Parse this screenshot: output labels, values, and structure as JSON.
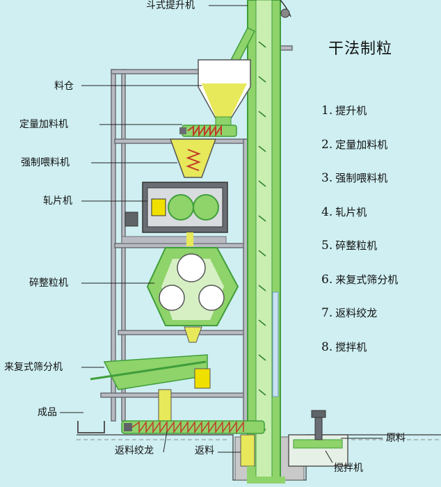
{
  "title": "干法制粒",
  "legend": [
    {
      "num": "1.",
      "text": "提升机"
    },
    {
      "num": "2.",
      "text": "定量加料机"
    },
    {
      "num": "3.",
      "text": "强制喂料机"
    },
    {
      "num": "4.",
      "text": "轧片机"
    },
    {
      "num": "5.",
      "text": "碎整粒机"
    },
    {
      "num": "6.",
      "text": "来复式筛分机"
    },
    {
      "num": "7.",
      "text": "返料绞龙"
    },
    {
      "num": "8.",
      "text": "搅拌机"
    }
  ],
  "labels": {
    "bucket_elevator": "斗式提升机",
    "silo": "料仓",
    "dosing_feeder": "定量加料机",
    "force_feeder": "强制喂料机",
    "roller_press": "轧片机",
    "granulator": "碎整粒机",
    "screener": "来复式筛分机",
    "product": "成品",
    "return_screw": "返料绞龙",
    "return_material": "返料",
    "raw_material": "原料",
    "mixer": "搅拌机"
  },
  "colors": {
    "background": "#cfeff2",
    "equipment_green": "#8fd36b",
    "dark_green": "#3f9e3a",
    "material_yellow": "#e7e85a",
    "frame_gray": "#7a7f86",
    "motor_gray": "#5f6468",
    "gear_yellow": "#f0e000",
    "label_line": "#222222"
  }
}
